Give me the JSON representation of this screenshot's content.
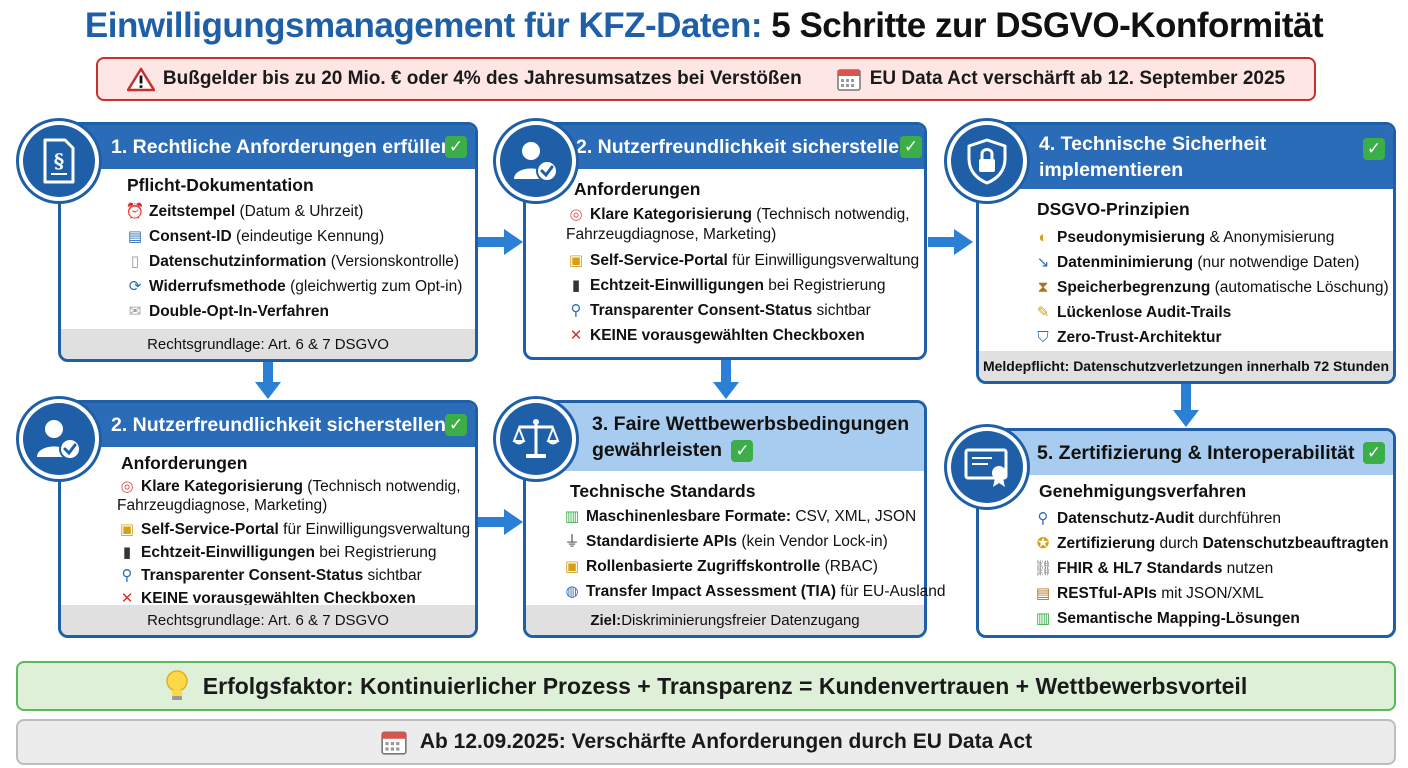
{
  "title": {
    "part1": "Einwilligungsmanagement für KFZ-Daten:",
    "part2": "5 Schritte zur DSGVO-Konformität"
  },
  "warning": {
    "fine": "Bußgelder bis zu 20 Mio. € oder 4% des Jahresumsatzes bei Verstößen",
    "act": "EU Data Act verschärft ab 12. September 2025"
  },
  "cards": {
    "c1": {
      "title": "1. Rechtliche Anforderungen erfüllen",
      "subtitle": "Pflicht-Dokumentation",
      "items": [
        {
          "b": "Zeitstempel",
          "t": " (Datum & Uhrzeit)"
        },
        {
          "b": "Consent-ID",
          "t": " (eindeutige Kennung)"
        },
        {
          "b": "Datenschutzinformation",
          "t": " (Versionskontrolle)"
        },
        {
          "b": "Widerrufsmethode",
          "t": " (gleichwertig zum Opt-in)"
        },
        {
          "b": "Double-Opt-In-Verfahren",
          "t": ""
        }
      ],
      "footer": "Rechtsgrundlage: Art. 6 & 7 DSGVO"
    },
    "c2top": {
      "title": "2. Nutzerfreundlichkeit sicherstellen",
      "subtitle": "Anforderungen",
      "items": [
        {
          "b": "Klare Kategorisierung",
          "t": " (Technisch notwendig, Fahrzeugdiagnose, Marketing)"
        },
        {
          "b": "Self-Service-Portal",
          "t": " für Einwilligungsverwaltung"
        },
        {
          "b": "Echtzeit-Einwilligungen",
          "t": " bei Registrierung"
        },
        {
          "b": "Transparenter Consent-Status",
          "t": " sichtbar"
        },
        {
          "b": "KEINE vorausgewählten Checkboxen",
          "t": ""
        }
      ]
    },
    "c4": {
      "title": "4. Technische Sicherheit implementieren",
      "subtitle": "DSGVO-Prinzipien",
      "items": [
        {
          "b": "Pseudonymisierung",
          "t": " & Anonymisierung"
        },
        {
          "b": "Datenminimierung",
          "t": " (nur notwendige Daten)"
        },
        {
          "b": "Speicherbegrenzung",
          "t": " (automatische Löschung)"
        },
        {
          "b": "Lückenlose Audit-Trails",
          "t": ""
        },
        {
          "b": "Zero-Trust-Architektur",
          "t": ""
        }
      ],
      "footer": "Meldepflicht: Datenschutzverletzungen innerhalb 72 Stunden"
    },
    "c2bot": {
      "title": "2. Nutzerfreundlichkeit sicherstellen",
      "subtitle": "Anforderungen",
      "items": [
        {
          "b": "Klare Kategorisierung",
          "t": " (Technisch notwendig, Fahrzeugdiagnose, Marketing)"
        },
        {
          "b": "Self-Service-Portal",
          "t": " für Einwilligungsverwaltung"
        },
        {
          "b": "Echtzeit-Einwilligungen",
          "t": " bei Registrierung"
        },
        {
          "b": "Transparenter Consent-Status",
          "t": " sichtbar"
        },
        {
          "b": "KEINE vorausgewählten Checkboxen",
          "t": ""
        }
      ],
      "footer": "Rechtsgrundlage: Art. 6 & 7 DSGVO"
    },
    "c3": {
      "title": "3. Faire Wettbewerbsbedingungen gewährleisten",
      "subtitle": "Technische Standards",
      "items": [
        {
          "b": "Maschinenlesbare Formate:",
          "t": " CSV, XML, JSON"
        },
        {
          "b": "Standardisierte APIs",
          "t": " (kein Vendor Lock-in)"
        },
        {
          "b": "Rollenbasierte Zugriffskontrolle",
          "t": " (RBAC)"
        },
        {
          "b": "Transfer Impact Assessment (TIA)",
          "t": " für EU-Ausland"
        }
      ],
      "footer_b": "Ziel:",
      "footer_t": " Diskriminierungsfreier Datenzugang"
    },
    "c5": {
      "title": "5. Zertifizierung & Interoperabilität",
      "subtitle": "Genehmigungsverfahren",
      "items": [
        {
          "b": "Datenschutz-Audit",
          "t": " durchführen"
        },
        {
          "b": "Zertifizierung",
          "t": " durch ",
          "b2": "Datenschutzbeauftragten"
        },
        {
          "b": "FHIR & HL7 Standards",
          "t": " nutzen"
        },
        {
          "b": "RESTful-APIs",
          "t": " mit JSON/XML"
        },
        {
          "b": "Semantische Mapping-Lösungen",
          "t": ""
        }
      ]
    }
  },
  "banners": {
    "success": "Erfolgsfaktor: Kontinuierlicher Prozess + Transparenz = Kundenvertrauen + Wettbewerbsvorteil",
    "date": "Ab 12.09.2025: Verschärfte Anforderungen durch EU Data Act"
  }
}
